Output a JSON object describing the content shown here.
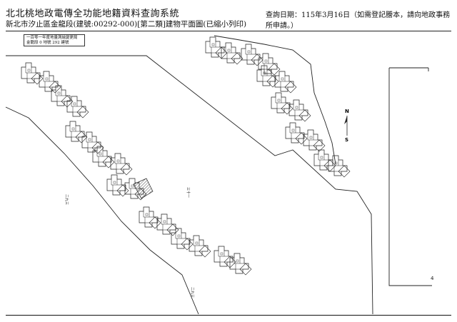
{
  "header": {
    "title": "北北桃地政電傳全功能地籍資料查詢系統",
    "query_date": "查詢日期：115年3月16日（如需登記謄本，請向地政事務所申請。）",
    "subtitle": "新北市汐止區金龍段(建號:00292-000)[第二類]建物平面圖(已縮小列印)"
  },
  "legend": {
    "line1": "一百零一年度地量測繪變更局",
    "line2": "金龍段  0  地號  292  建號"
  },
  "plan": {
    "north_label": "N",
    "south_label": "S",
    "page_number": "4",
    "road_label_left": "二九三",
    "road_label_center": "三十一",
    "road_label_bottom": "二九三"
  },
  "colors": {
    "line": "#222222",
    "background": "#ffffff"
  }
}
